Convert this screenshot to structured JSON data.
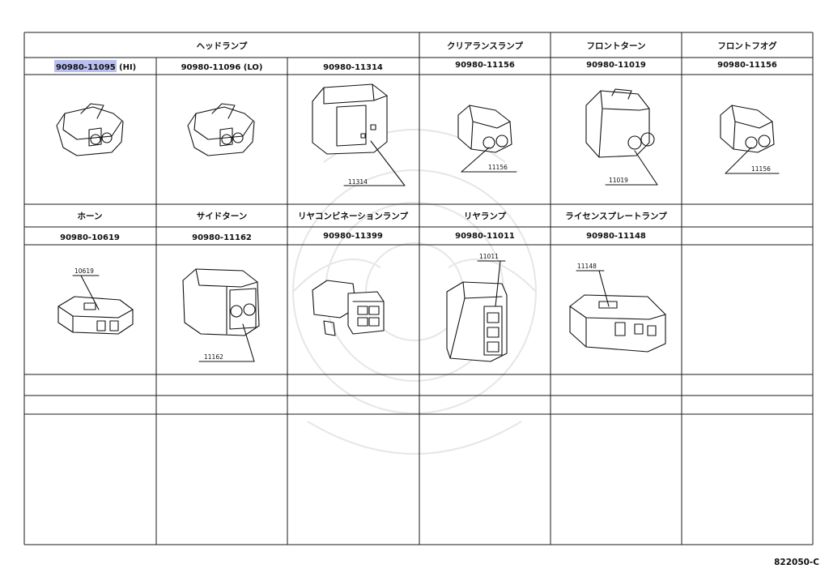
{
  "table": {
    "row1_headers": {
      "headlamp": "ヘッドランプ",
      "clearance": "クリアランスランプ",
      "front_turn": "フロントターン",
      "front_fog": "フロントフオグ"
    },
    "row1_parts": {
      "p1_num": "90980-11095",
      "p1_suffix": "(HI)",
      "p2": "90980-11096 (LO)",
      "p3": "90980-11314",
      "p4": "90980-11156",
      "p5": "90980-11019",
      "p6": "90980-11156"
    },
    "row1_callouts": {
      "c3": "11314",
      "c4": "11156",
      "c5": "11019",
      "c6": "11156"
    },
    "row2_headers": {
      "h1": "ホーン",
      "h2": "サイドターン",
      "h3": "リヤコンビネーションランプ",
      "h4": "リヤランプ",
      "h5": "ライセンスプレートランプ"
    },
    "row2_parts": {
      "p1": "90980-10619",
      "p2": "90980-11162",
      "p3": "90980-11399",
      "p4": "90980-11011",
      "p5": "90980-11148"
    },
    "row2_callouts": {
      "c1": "10619",
      "c2": "11162",
      "c4": "11011",
      "c5": "11148"
    }
  },
  "footer": {
    "code": "822050-C"
  }
}
